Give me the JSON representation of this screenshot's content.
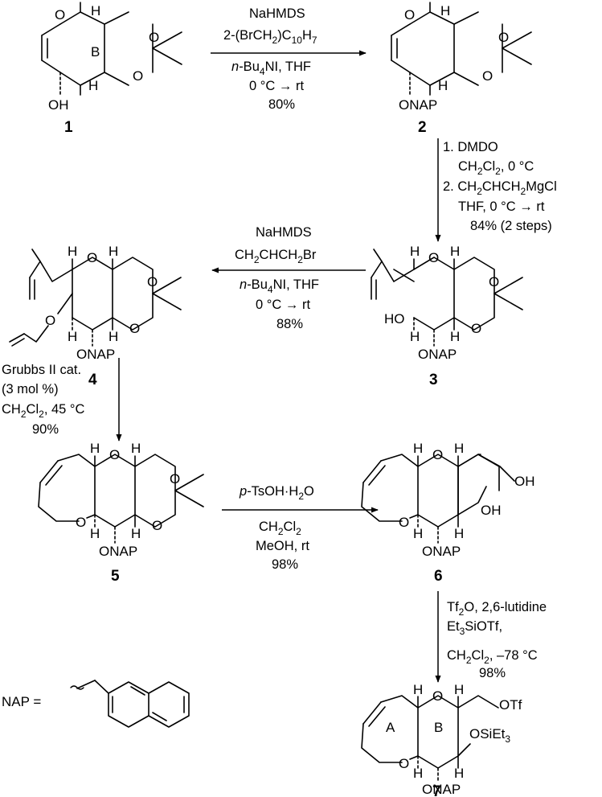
{
  "colors": {
    "ink": "#000000",
    "background": "#ffffff"
  },
  "compounds": {
    "c1": {
      "number": "1",
      "ring_label": "B",
      "substituent": "OH"
    },
    "c2": {
      "number": "2",
      "substituent": "ONAP"
    },
    "c3": {
      "number": "3",
      "substituent": "ONAP",
      "hydroxyl": "HO"
    },
    "c4": {
      "number": "4",
      "substituent": "ONAP"
    },
    "c5": {
      "number": "5",
      "substituent": "ONAP"
    },
    "c6": {
      "number": "6",
      "substituent": "ONAP",
      "hydroxyl": "OH"
    },
    "c7": {
      "number": "7",
      "substituent": "ONAP",
      "ring_a": "A",
      "ring_b": "B",
      "triflate": "OTf",
      "silyl": "OSiEt",
      "silyl_sub": "3"
    }
  },
  "atoms": {
    "O": "O",
    "H": "H"
  },
  "nap": {
    "label": "NAP ="
  },
  "reactions": {
    "r1": {
      "reagent1": "NaHMDS",
      "reagent2_a": "2-(BrCH",
      "reagent2_b": "2",
      "reagent2_c": ")C",
      "reagent2_d": "10",
      "reagent2_e": "H",
      "reagent2_f": "7",
      "reagent3_a": "n",
      "reagent3_b": "-Bu",
      "reagent3_c": "4",
      "reagent3_d": "NI, THF",
      "temp": "0 °C → rt",
      "yield": "80%"
    },
    "r2": {
      "step1": "1. DMDO",
      "solvent_a": "CH",
      "solvent_b": "2",
      "solvent_c": "Cl",
      "solvent_d": "2",
      "solvent_e": ", 0 °C",
      "step2_a": "2. CH",
      "step2_b": "2",
      "step2_c": "CHCH",
      "step2_d": "2",
      "step2_e": "MgCl",
      "cond2": "THF, 0 °C → rt",
      "yield": "84% (2 steps)"
    },
    "r3": {
      "reagent1": "NaHMDS",
      "reagent2_a": "CH",
      "reagent2_b": "2",
      "reagent2_c": "CHCH",
      "reagent2_d": "2",
      "reagent2_e": "Br",
      "reagent3_a": "n",
      "reagent3_b": "-Bu",
      "reagent3_c": "4",
      "reagent3_d": "NI, THF",
      "temp": "0 °C → rt",
      "yield": "88%"
    },
    "r4": {
      "reagent1": "Grubbs II cat.",
      "loading": "(3 mol %)",
      "solvent_a": "CH",
      "solvent_b": "2",
      "solvent_c": "Cl",
      "solvent_d": "2",
      "solvent_e": ", 45 °C",
      "yield": "90%"
    },
    "r5": {
      "reagent1_a": "p",
      "reagent1_b": "-TsOH·H",
      "reagent1_c": "2",
      "reagent1_d": "O",
      "solvent_a": "CH",
      "solvent_b": "2",
      "solvent_c": "Cl",
      "solvent_d": "2",
      "solvent2": "MeOH, rt",
      "yield": "98%"
    },
    "r6": {
      "reagent1_a": "Tf",
      "reagent1_b": "2",
      "reagent1_c": "O, 2,6-lutidine",
      "reagent2_a": "Et",
      "reagent2_b": "3",
      "reagent2_c": "SiOTf,",
      "solvent_a": "CH",
      "solvent_b": "2",
      "solvent_c": "Cl",
      "solvent_d": "2",
      "solvent_e": ", –78 °C",
      "yield": "98%"
    }
  }
}
